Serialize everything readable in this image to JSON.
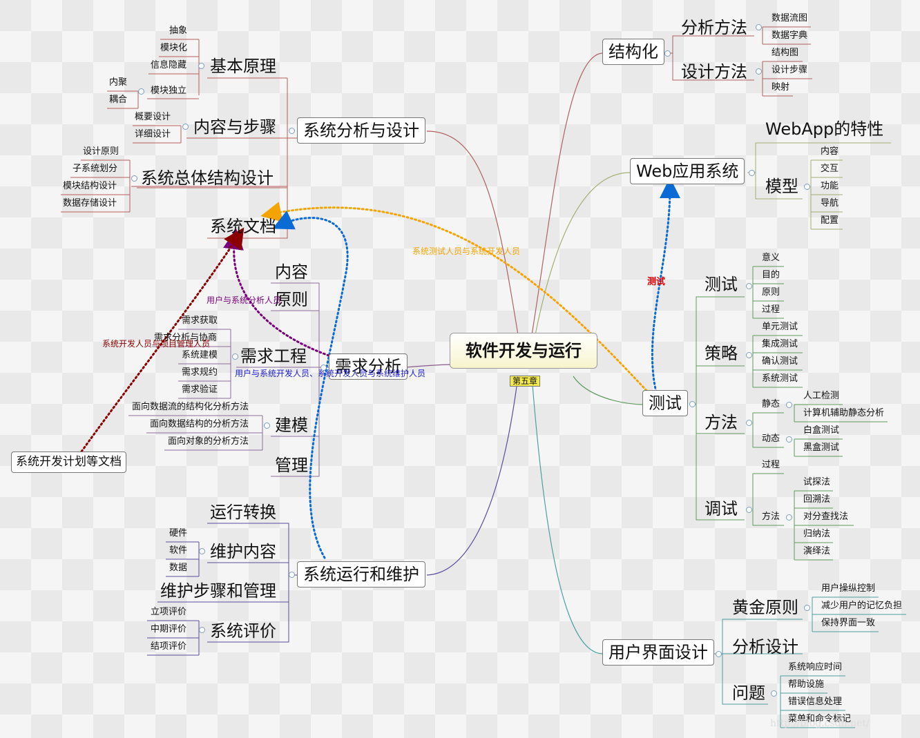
{
  "root": {
    "label": "软件开发与运行",
    "tag": "第五章"
  },
  "left": {
    "sad": {
      "label": "系统分析与设计",
      "basic": {
        "label": "基本原理",
        "items": [
          "抽象",
          "模块化",
          "信息隐藏",
          "模块独立"
        ],
        "sub": [
          "内聚",
          "耦合"
        ]
      },
      "content": {
        "label": "内容与步骤",
        "items": [
          "概要设计",
          "详细设计"
        ]
      },
      "arch": {
        "label": "系统总体结构设计",
        "items": [
          "设计原则",
          "子系统划分",
          "模块结构设计",
          "数据存储设计"
        ]
      },
      "doc": {
        "label": "系统文档"
      }
    },
    "req": {
      "label": "需求分析",
      "items": [
        "内容",
        "原则",
        "需求工程",
        "建模",
        "管理"
      ],
      "engineering": [
        "需求获取",
        "需求分析与协商",
        "系统建模",
        "需求规约",
        "需求验证"
      ],
      "modeling": [
        "面向数据流的结构化分析方法",
        "面向数据结构的分析方法",
        "面向对象的分析方法"
      ]
    },
    "ops": {
      "label": "系统运行和维护",
      "items": [
        "运行转换",
        "维护内容",
        "维护步骤和管理",
        "系统评价"
      ],
      "maint": [
        "硬件",
        "软件",
        "数据"
      ],
      "eval": [
        "立项评价",
        "中期评价",
        "结项评价"
      ]
    },
    "plan": {
      "label": "系统开发计划等文档"
    }
  },
  "right": {
    "struct": {
      "label": "结构化",
      "analysis": {
        "label": "分析方法",
        "items": [
          "数据流图",
          "数据字典"
        ]
      },
      "design": {
        "label": "设计方法",
        "items": [
          "结构图",
          "设计步骤",
          "映射"
        ]
      }
    },
    "web": {
      "label": "Web应用系统",
      "feature": "WebApp的特性",
      "model": "模型",
      "items": [
        "内容",
        "交互",
        "功能",
        "导航",
        "配置"
      ]
    },
    "test": {
      "label": "测试",
      "testing": {
        "label": "测试",
        "items": [
          "意义",
          "目的",
          "原则",
          "过程"
        ]
      },
      "strategy": {
        "label": "策略",
        "items": [
          "单元测试",
          "集成测试",
          "确认测试",
          "系统测试"
        ]
      },
      "method": {
        "label": "方法",
        "static": "静态",
        "staticItems": [
          "人工检测",
          "计算机辅助静态分析"
        ],
        "dynamic": "动态",
        "dynamicItems": [
          "白盒测试",
          "黑盒测试"
        ]
      },
      "debug": {
        "label": "调试",
        "process": "过程",
        "method": "方法",
        "items": [
          "试探法",
          "回溯法",
          "对分查找法",
          "归纳法",
          "演绎法"
        ]
      }
    },
    "ui": {
      "label": "用户界面设计",
      "golden": {
        "label": "黄金原则",
        "items": [
          "用户操纵控制",
          "减少用户的记忆负担",
          "保持界面一致"
        ]
      },
      "analysis": {
        "label": "分析设计"
      },
      "issues": {
        "label": "问题",
        "items": [
          "系统响应时间",
          "帮助设施",
          "错误信息处理",
          "菜单和命令标记"
        ]
      }
    }
  },
  "relations": {
    "test_label": "测试",
    "tester_dev": "系统测试人员与系统开发人员",
    "user_analyst": "用户与系统分析人员",
    "dev_manager": "系统开发人员与项目管理人员",
    "user_all": "用户与系统开发人员、系统开发人员与系统维护人员"
  },
  "watermark": "http://blog.csdn.net/",
  "colors": {
    "orange": "#f5a300",
    "purple": "#7a007a",
    "blue": "#0a6bd4",
    "darkred": "#8b0000",
    "test_red": "#e00000"
  }
}
